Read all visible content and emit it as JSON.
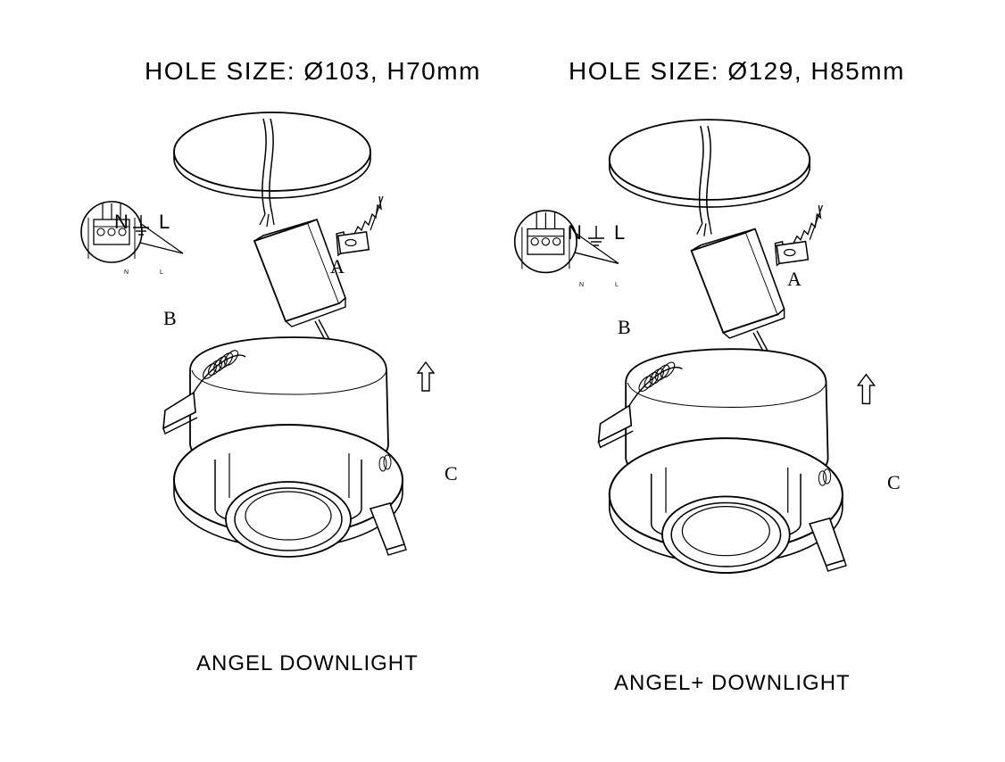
{
  "left": {
    "hole_size": "HOLE SIZE: Ø103, H70mm",
    "product_name": "ANGEL DOWNLIGHT",
    "wire_labels": [
      "N",
      "L"
    ],
    "terminal_labels": [
      "N",
      "L"
    ],
    "callouts": [
      "A",
      "B",
      "C"
    ]
  },
  "right": {
    "hole_size": "HOLE SIZE: Ø129, H85mm",
    "product_name": "ANGEL+ DOWNLIGHT",
    "wire_labels": [
      "N",
      "L"
    ],
    "terminal_labels": [
      "N",
      "L"
    ],
    "callouts": [
      "A",
      "B",
      "C"
    ]
  },
  "icons": {
    "ground": "ground-symbol-icon",
    "arrow": "up-arrow-icon",
    "saw": "hole-saw-icon"
  }
}
